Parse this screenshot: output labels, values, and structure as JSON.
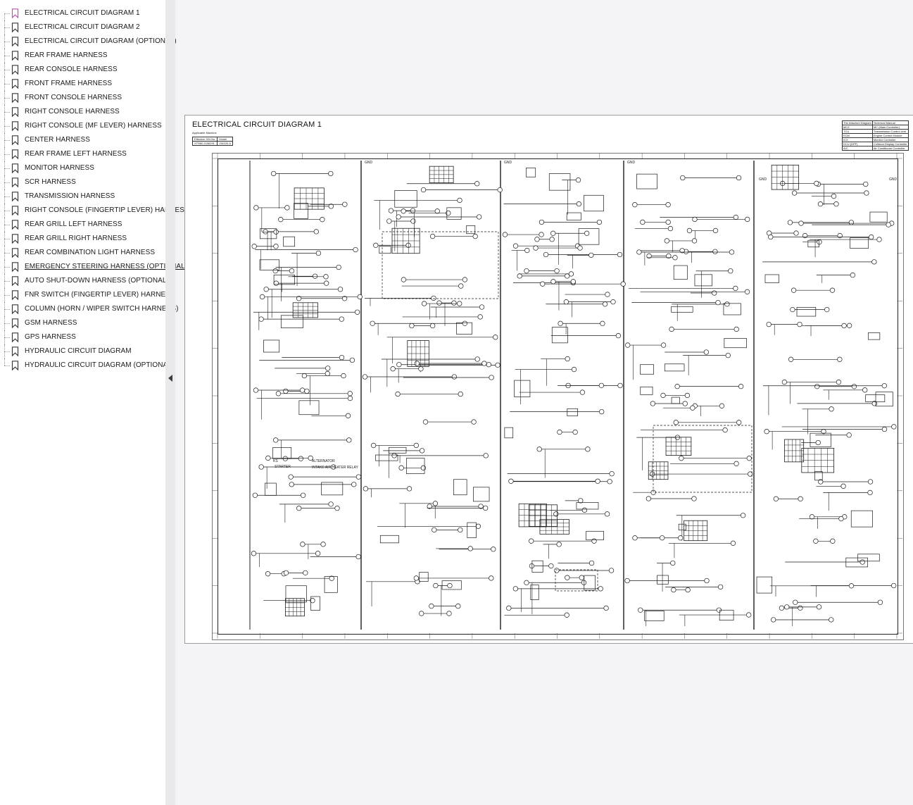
{
  "sidebar": {
    "bookmarks": [
      {
        "label": "ELECTRICAL CIRCUIT DIAGRAM 1",
        "active": true
      },
      {
        "label": "ELECTRICAL CIRCUIT DIAGRAM 2"
      },
      {
        "label": "ELECTRICAL CIRCUIT DIAGRAM (OPTIONAL)"
      },
      {
        "label": "REAR FRAME HARNESS"
      },
      {
        "label": "REAR CONSOLE HARNESS"
      },
      {
        "label": "FRONT FRAME HARNESS"
      },
      {
        "label": "FRONT CONSOLE HARNESS"
      },
      {
        "label": "RIGHT CONSOLE HARNESS"
      },
      {
        "label": "RIGHT CONSOLE (MF LEVER) HARNESS"
      },
      {
        "label": "CENTER HARNESS"
      },
      {
        "label": "REAR FRAME LEFT HARNESS"
      },
      {
        "label": "MONITOR HARNESS"
      },
      {
        "label": "SCR HARNESS"
      },
      {
        "label": "TRANSMISSION HARNESS"
      },
      {
        "label": "RIGHT CONSOLE (FINGERTIP LEVER) HARNESS"
      },
      {
        "label": "REAR GRILL LEFT HARNESS"
      },
      {
        "label": "REAR GRILL RIGHT HARNESS"
      },
      {
        "label": "REAR COMBINATION LIGHT HARNESS"
      },
      {
        "label": "EMERGENCY STEERING HARNESS (OPTIONAL)",
        "hovered": true
      },
      {
        "label": "AUTO SHUT-DOWN HARNESS (OPTIONAL)"
      },
      {
        "label": "FNR SWITCH (FINGERTIP LEVER) HARNESS"
      },
      {
        "label": "COLUMN (HORN / WIPER SWITCH HARNESS)"
      },
      {
        "label": "GSM HARNESS"
      },
      {
        "label": "GPS HARNESS"
      },
      {
        "label": "HYDRAULIC CIRCUIT DIAGRAM"
      },
      {
        "label": "HYDRAULIC CIRCUIT DIAGRAM (OPTIONAL)"
      }
    ],
    "icons": {
      "bookmark": "bookmark-icon",
      "collapse": "chevron-left-icon"
    },
    "colors": {
      "active_bookmark": "#c44fb0",
      "bookmark": "#3a3a3a"
    }
  },
  "document": {
    "title": "ELECTRICAL CIRCUIT DIAGRAM 1",
    "meta": {
      "applicable_label": "Applicable Machine",
      "serial_header": "Effective S/N No.",
      "model_header": "Model",
      "serial_value": "XTR80-3-B6291",
      "model_value": "ZW220-6"
    },
    "legend": [
      [
        "The Attached Diagram",
        "Technical Manual"
      ],
      [
        "MCZ",
        "MC (Main Controller)"
      ],
      [
        "TCU",
        "Transmission Control Unit"
      ],
      [
        "ECM",
        "Engine Control Module"
      ],
      [
        "ICX",
        "Monitor Controller"
      ],
      [
        "DCU (DPF)",
        "Collision Display Controller"
      ],
      [
        "A/C",
        "Air Conditioner Controller"
      ]
    ],
    "ground_label": "GND",
    "labels": {
      "alternator": "ALTERNATOR",
      "starter": "STARTER",
      "key_switch": "KS",
      "heater_relay": "INTAKE AIR HEATER RELAY"
    }
  }
}
